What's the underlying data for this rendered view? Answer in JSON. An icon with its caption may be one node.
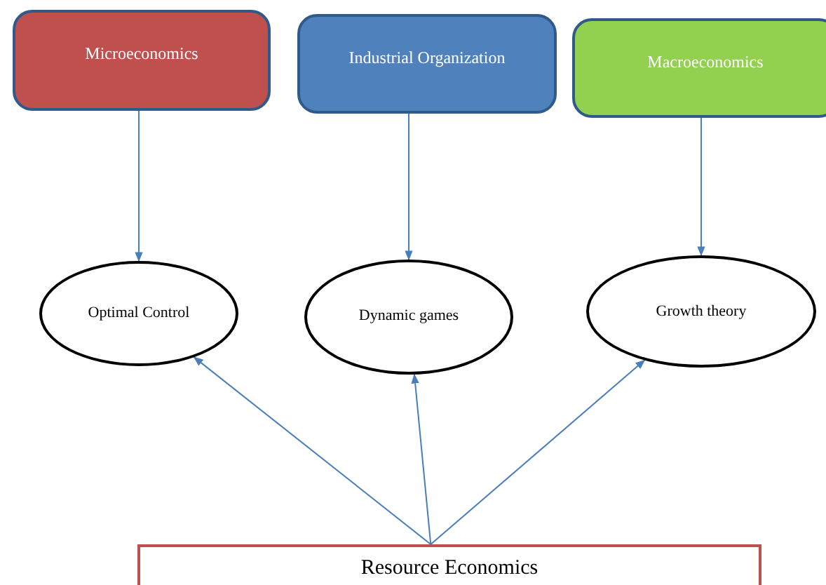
{
  "diagram": {
    "nodes": [
      {
        "text": [
          "Microeconomics"
        ]
      },
      {
        "text": [
          "Industrial Organization"
        ]
      },
      {
        "text": [
          "Macroeconomics"
        ]
      },
      {
        "text": [
          "Optimal Control"
        ]
      },
      {
        "text": [
          "Dynamic games"
        ]
      },
      {
        "text": [
          "Growth theory"
        ]
      },
      {
        "text": [
          "Resource Economics"
        ]
      }
    ],
    "edges": [
      {
        "from": 0,
        "to": 3,
        "arrow": "to"
      },
      {
        "from": 1,
        "to": 4,
        "arrow": "to"
      },
      {
        "from": 2,
        "to": 5,
        "arrow": "to"
      },
      {
        "from": 6,
        "to": 3,
        "arrow": "to"
      },
      {
        "from": 6,
        "to": 4,
        "arrow": "to"
      },
      {
        "from": 6,
        "to": 5,
        "arrow": "to"
      }
    ]
  }
}
